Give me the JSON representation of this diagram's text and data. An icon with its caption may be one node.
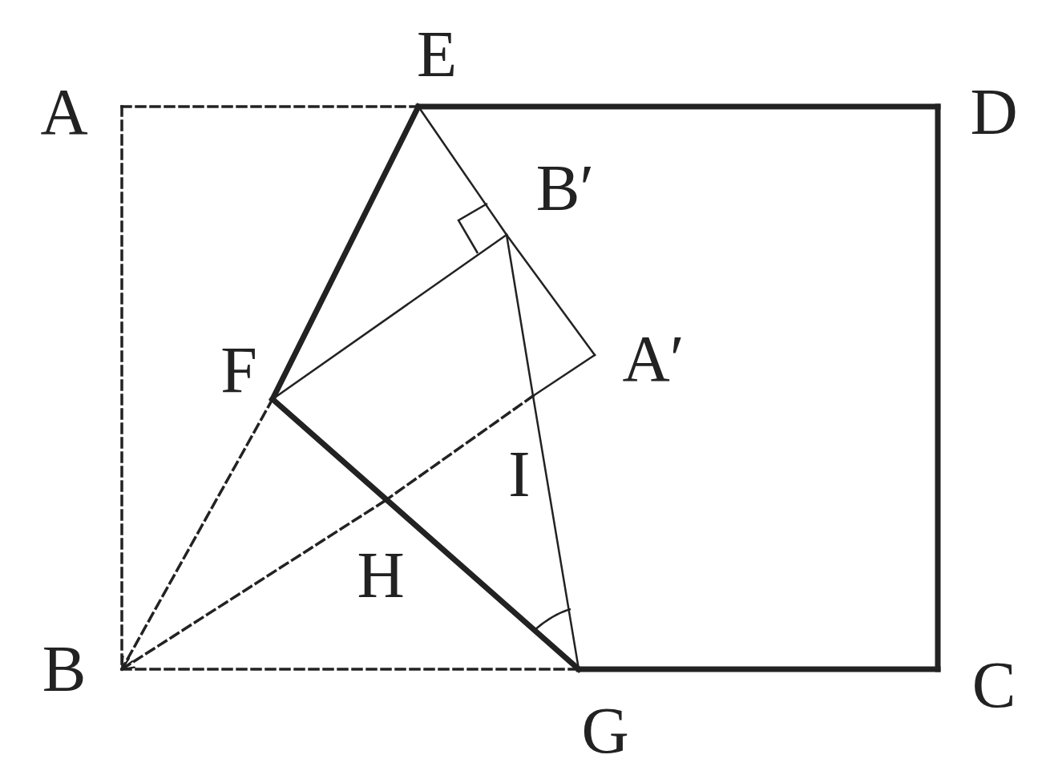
{
  "diagram": {
    "nodes": [
      {
        "text": [
          "A"
        ]
      },
      {
        "text": [
          "E"
        ]
      },
      {
        "text": [
          "D"
        ]
      },
      {
        "text": [
          "B′"
        ]
      },
      {
        "text": [
          "F"
        ]
      },
      {
        "text": [
          "A′"
        ]
      },
      {
        "text": [
          "I"
        ]
      },
      {
        "text": [
          "H"
        ]
      },
      {
        "text": [
          "B"
        ]
      },
      {
        "text": [
          "G"
        ]
      },
      {
        "text": [
          "C"
        ]
      }
    ],
    "edges": [
      {
        "from": 0,
        "to": 1,
        "arrow": "none",
        "style": "dashed"
      },
      {
        "from": 0,
        "to": 8,
        "arrow": "none",
        "style": "dashed"
      },
      {
        "from": 8,
        "to": 9,
        "arrow": "none",
        "style": "dashed"
      },
      {
        "from": 1,
        "to": 2,
        "arrow": "none",
        "style": "thick"
      },
      {
        "from": 2,
        "to": 10,
        "arrow": "none",
        "style": "thick"
      },
      {
        "from": 9,
        "to": 10,
        "arrow": "none",
        "style": "thick"
      },
      {
        "from": 1,
        "to": 4,
        "arrow": "none",
        "style": "thick"
      },
      {
        "from": 4,
        "to": 9,
        "arrow": "none",
        "style": "thick"
      },
      {
        "from": 1,
        "to": 3,
        "arrow": "none"
      },
      {
        "from": 3,
        "to": 5,
        "arrow": "none"
      },
      {
        "from": 4,
        "to": 3,
        "arrow": "none"
      },
      {
        "from": 3,
        "to": 6,
        "arrow": "none"
      },
      {
        "from": 6,
        "to": 9,
        "arrow": "none"
      },
      {
        "from": 5,
        "to": 6,
        "arrow": "none"
      },
      {
        "from": 6,
        "to": 7,
        "arrow": "none",
        "style": "dashed"
      },
      {
        "from": 7,
        "to": 8,
        "arrow": "to",
        "style": "dashed"
      },
      {
        "from": 4,
        "to": 8,
        "arrow": "to",
        "style": "dashed"
      }
    ]
  }
}
